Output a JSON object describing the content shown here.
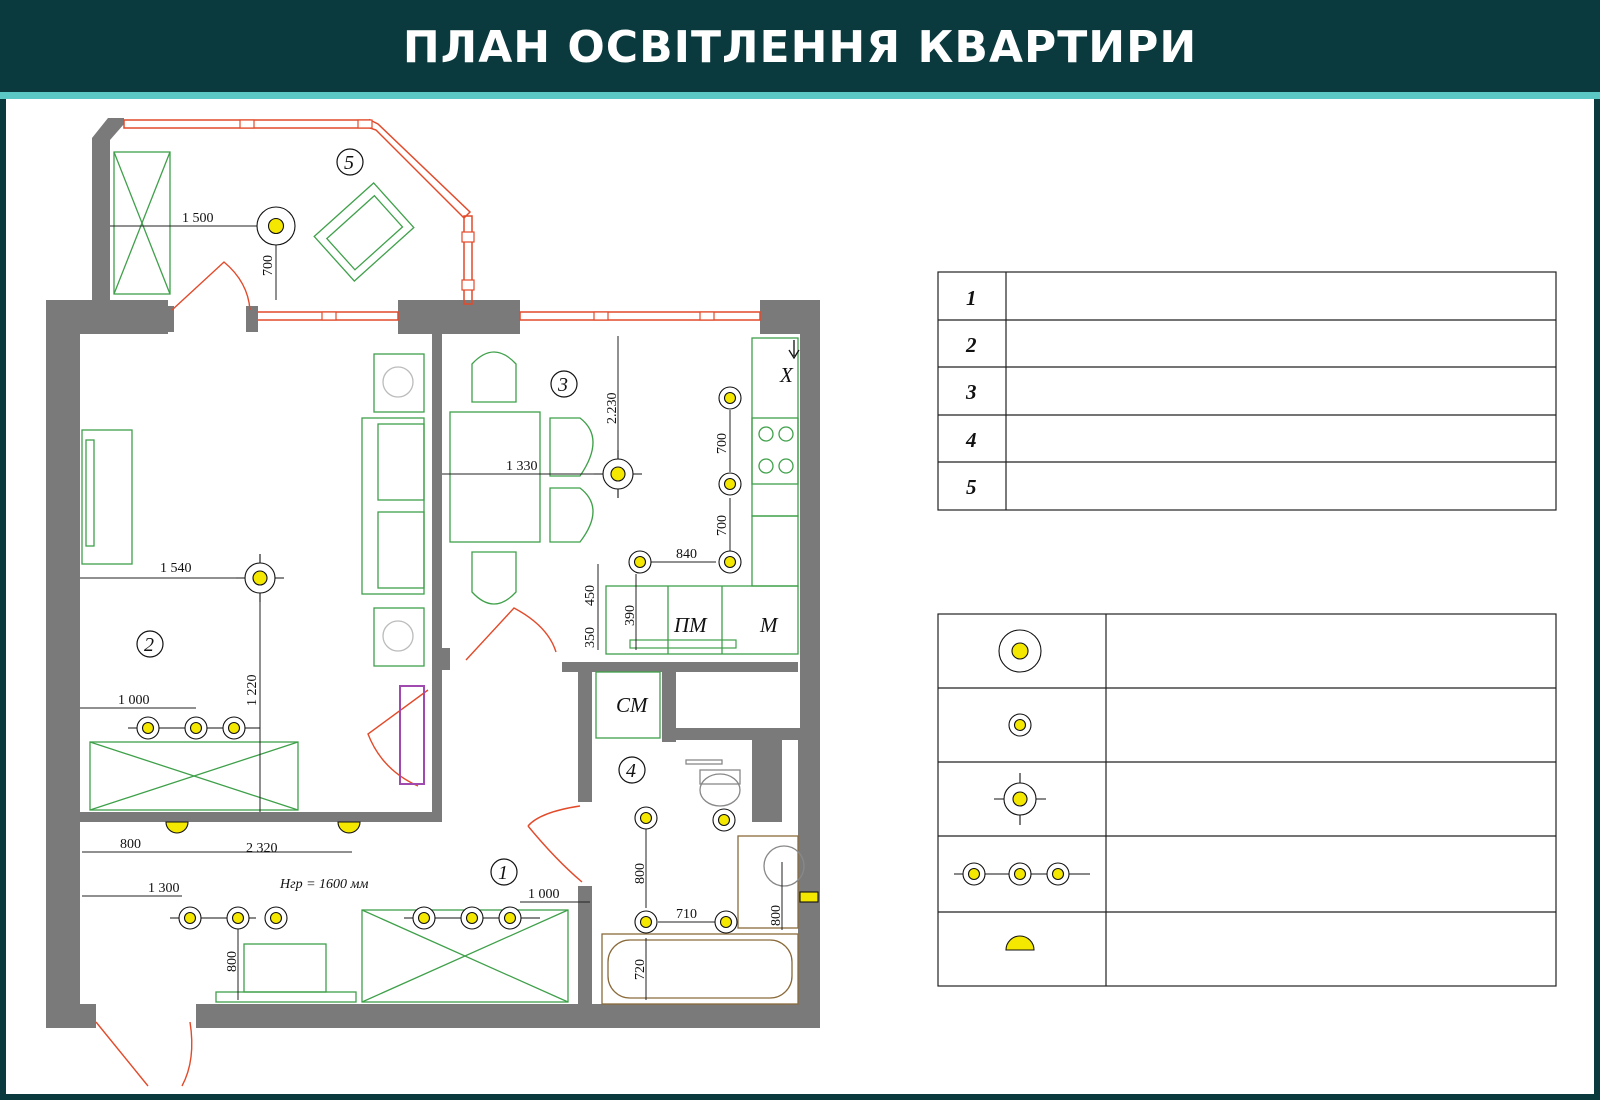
{
  "header": {
    "title": "ПЛАН ОСВІТЛЕННЯ КВАРТИРИ",
    "background": "#0a3a3e",
    "accent": "#5cc8c6"
  },
  "colors": {
    "wall": "#7a7a7a",
    "window": "#e24a2a",
    "furniture": "#3fa04a",
    "light": "#f5e800",
    "radiator": "#a04ab0"
  },
  "plan": {
    "rooms": [
      "1",
      "2",
      "3",
      "4",
      "5"
    ],
    "labels": {
      "cm": "СМ",
      "pm": "ПМ",
      "m": "М",
      "x": "Х",
      "hgr_main": "Hгр = 1600 мм"
    },
    "dimensions": {
      "balcony_h": "1 500",
      "balcony_v": "700",
      "living_h": "1 540",
      "living_v": "1 220",
      "living_spots": "1 000",
      "kitchen_v": "2.230",
      "kitchen_h": "1 330",
      "kitchen_s1": "700",
      "kitchen_s2": "700",
      "kitchen_840": "840",
      "kitchen_450": "450",
      "kitchen_390": "390",
      "kitchen_350": "350",
      "hall_800": "800",
      "hall_2320": "2 320",
      "hall_1300": "1 300",
      "hall_800v": "800",
      "hall_1000": "1 000",
      "bath_800": "800",
      "bath_710": "710",
      "bath_720": "720",
      "bath_800b": "800"
    }
  },
  "rooms_table": {
    "rows": [
      "1",
      "2",
      "3",
      "4",
      "5"
    ]
  },
  "legend": {
    "icons": [
      "pendant-light-icon",
      "spot-light-icon",
      "chandelier-light-icon",
      "spot-group-icon",
      "wall-sconce-icon"
    ]
  }
}
